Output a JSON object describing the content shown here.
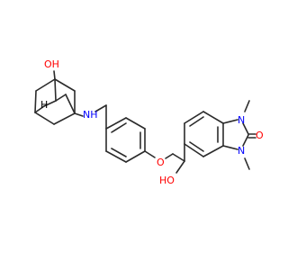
{
  "structure": {
    "atoms": {
      "hydroxyl_top": "OH",
      "amine": "NH",
      "bridgehead_h": "H",
      "ether_oxygen": "O",
      "hydroxyl_side": "HO",
      "nitrogen_upper": "N",
      "nitrogen_lower": "N",
      "carbonyl_oxygen": "O"
    },
    "colors": {
      "bond": "#2b2b2b",
      "oxygen": "#ff0000",
      "nitrogen": "#0000ff",
      "carbon_hydrogen": "#000000"
    }
  }
}
